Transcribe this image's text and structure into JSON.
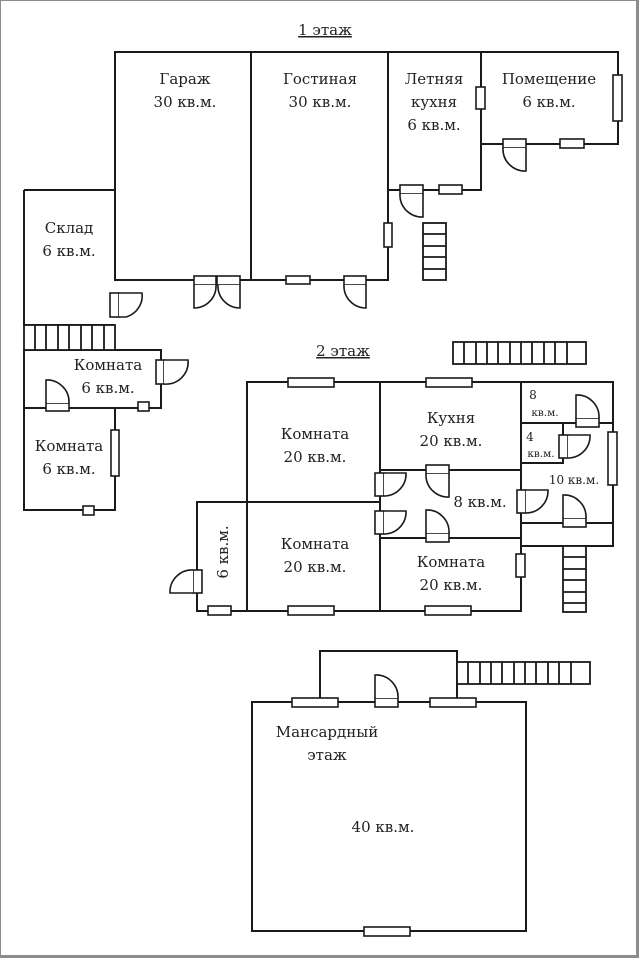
{
  "floors": {
    "first": {
      "title": "1 этаж",
      "rooms": {
        "garage": {
          "name": "Гараж",
          "area": "30 кв.м."
        },
        "living": {
          "name": "Гостиная",
          "area": "30 кв.м."
        },
        "summer_kitchen": {
          "name1": "Летняя",
          "name2": "кухня",
          "area": "6 кв.м."
        },
        "premises": {
          "name": "Помещение",
          "area": "6 кв.м."
        },
        "storage": {
          "name": "Склад",
          "area": "6 кв.м."
        },
        "room_a": {
          "name": "Комната",
          "area": "6 кв.м."
        },
        "room_b": {
          "name": "Комната",
          "area": "6 кв.м."
        }
      }
    },
    "second": {
      "title": "2 этаж",
      "rooms": {
        "room_nw": {
          "name": "Комната",
          "area": "20 кв.м."
        },
        "kitchen": {
          "name": "Кухня",
          "area": "20 кв.м."
        },
        "small_8": {
          "num": "8",
          "unit": "кв.м."
        },
        "small_4": {
          "num": "4",
          "unit": "кв.м."
        },
        "room_10": {
          "area": "10 кв.м."
        },
        "hall_8": {
          "area": "8 кв.м."
        },
        "room_sw": {
          "name": "Комната",
          "area": "20 кв.м."
        },
        "room_se": {
          "name": "Комната",
          "area": "20 кв.м."
        },
        "side_6": {
          "area": "6 кв.м."
        }
      }
    },
    "attic": {
      "name1": "Мансардный",
      "name2": "этаж",
      "area": "40 кв.м."
    }
  },
  "colors": {
    "line": "#1a1a1a",
    "text": "#222222",
    "background": "#ffffff"
  }
}
